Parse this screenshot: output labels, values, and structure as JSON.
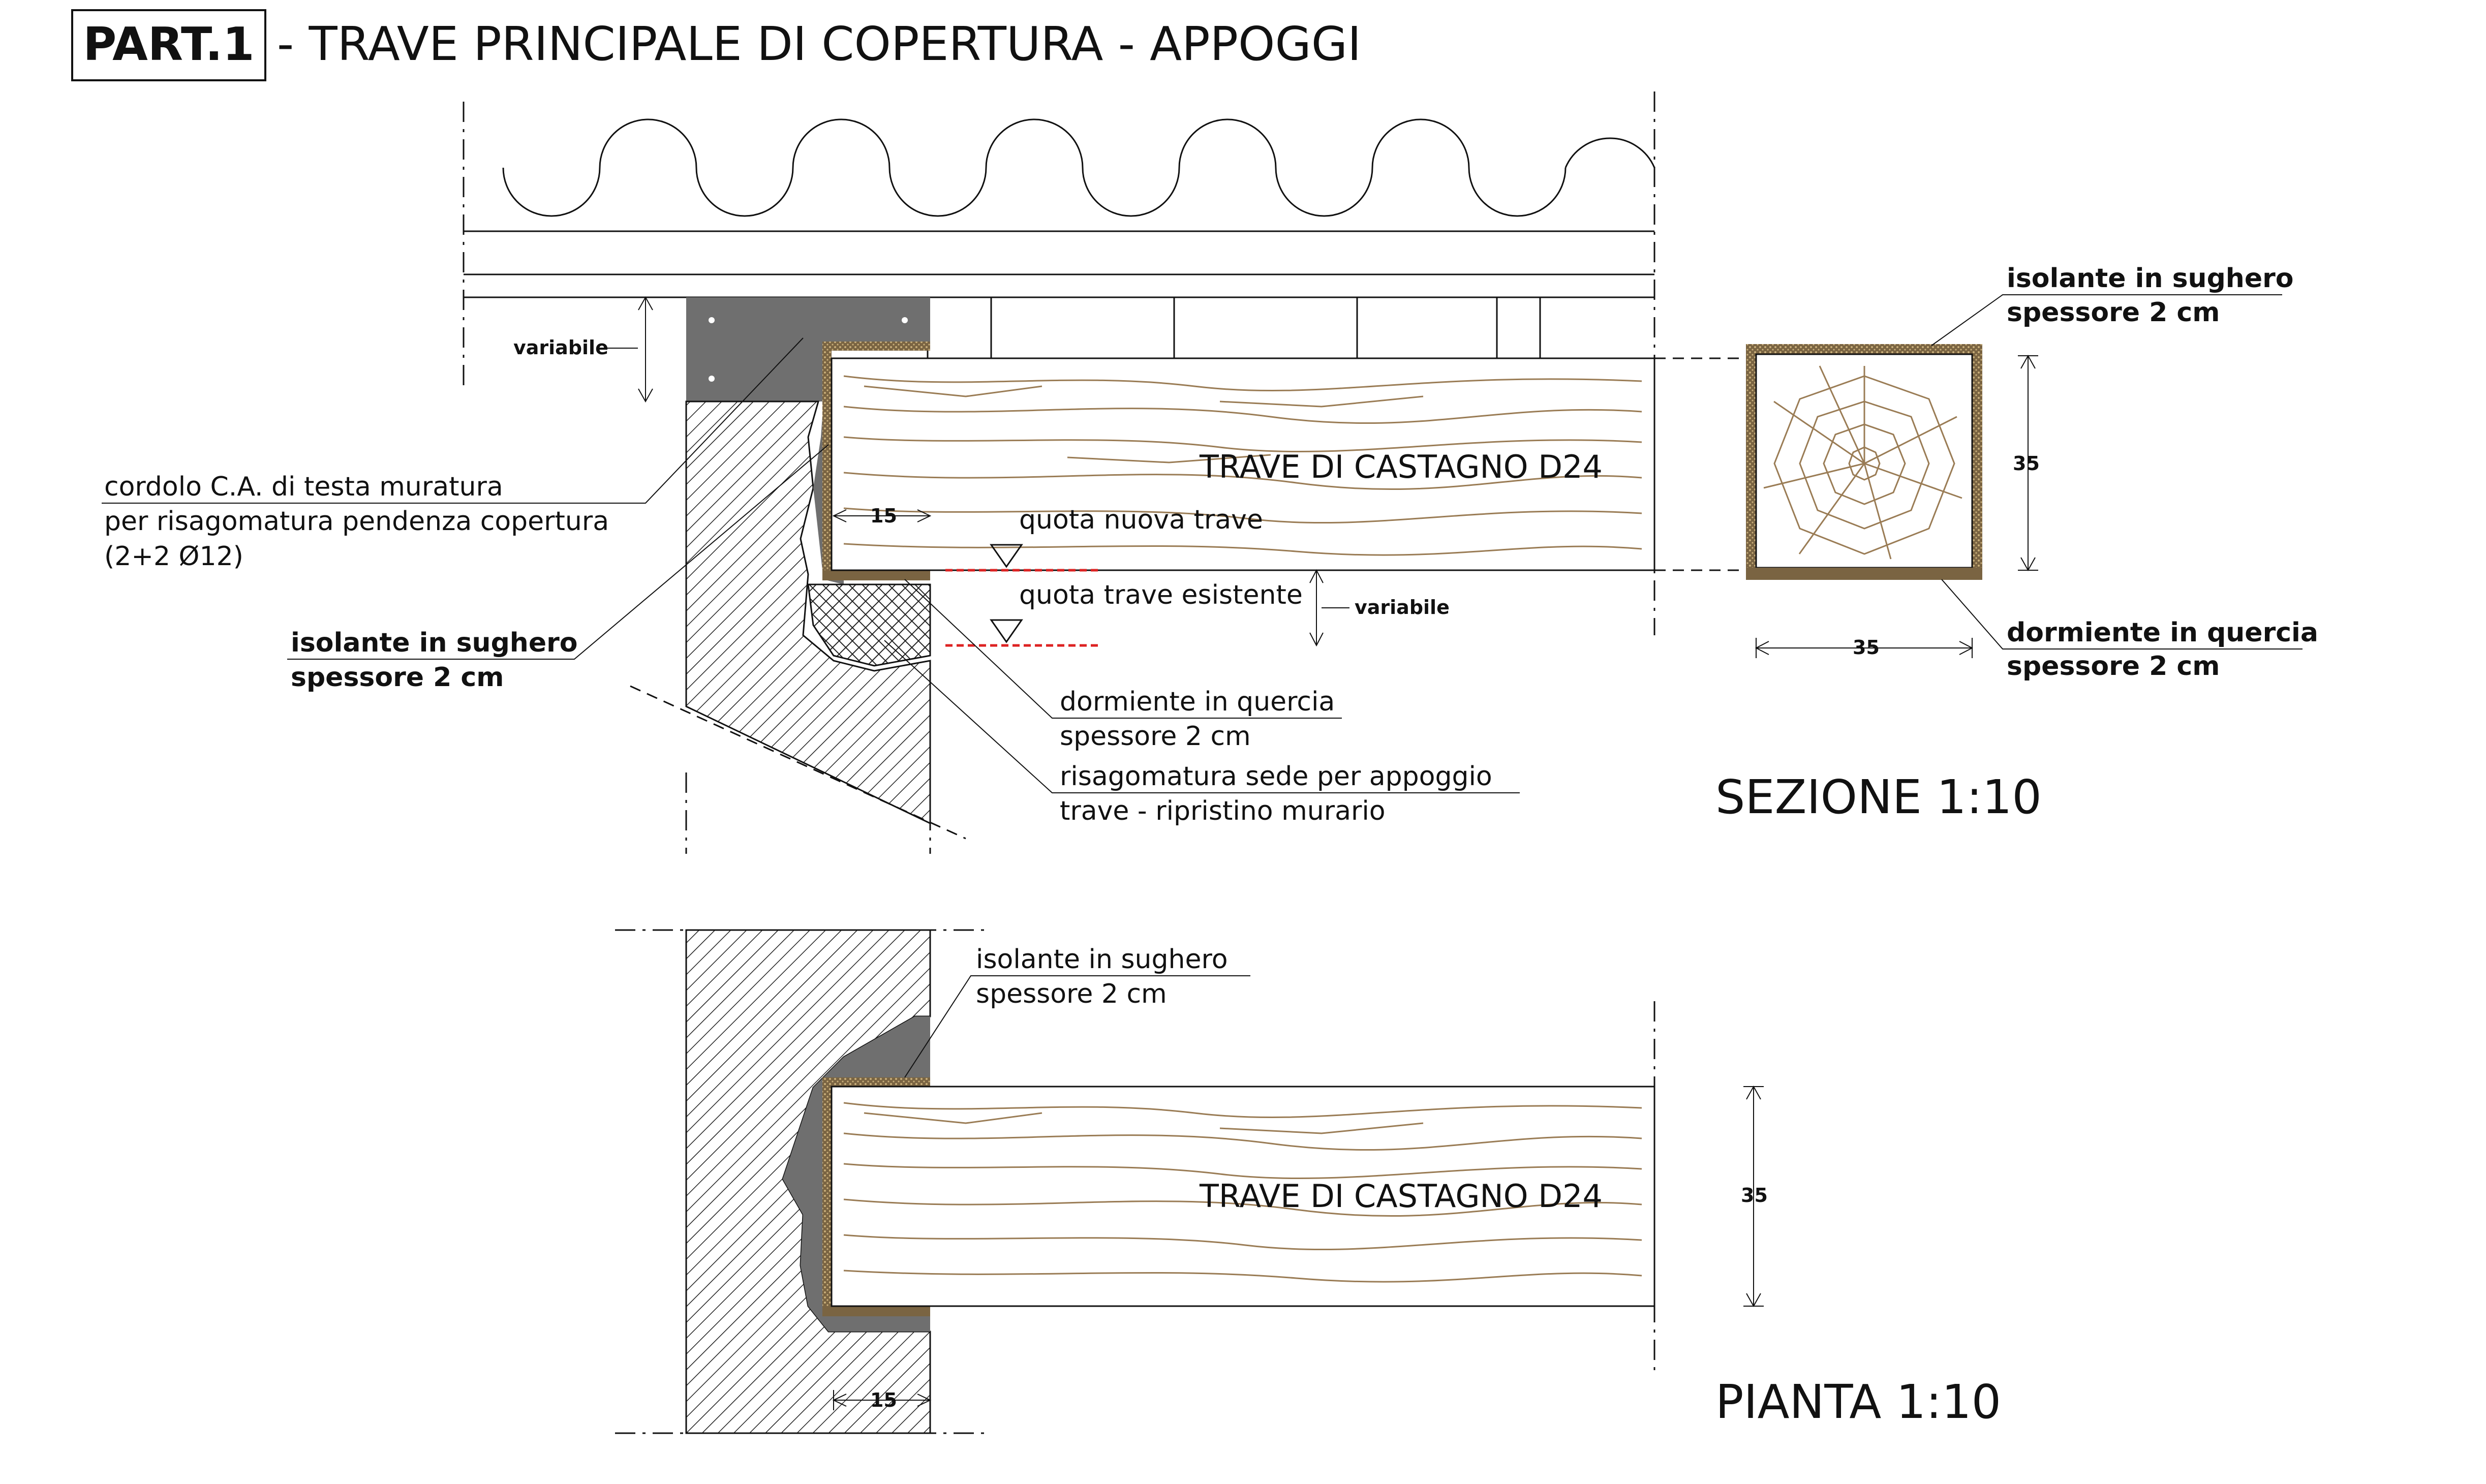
{
  "title": {
    "badge": "PART.1",
    "text": "- TRAVE PRINCIPALE DI COPERTURA - APPOGGI"
  },
  "section": {
    "view_label": "SEZIONE 1:10",
    "beam_label": "TRAVE DI CASTAGNO D24",
    "dim_variabile_top": "variabile",
    "dim_variabile_right": "variabile",
    "dim_15": "15",
    "quota_nuova": "quota nuova trave",
    "quota_esistente": "quota trave esistente",
    "cordolo": [
      "cordolo C.A. di testa muratura",
      "per risagomatura pendenza copertura",
      "(2+2 Ø12)"
    ],
    "isolante": [
      "isolante in sughero",
      "spessore 2 cm"
    ],
    "dormiente": [
      "dormiente in quercia",
      "spessore 2 cm"
    ],
    "risagomatura": [
      "risagomatura sede per appoggio",
      "trave  - ripristino murario"
    ]
  },
  "cross_section": {
    "isolante": [
      "isolante in sughero",
      "spessore 2 cm"
    ],
    "dormiente": [
      "dormiente in quercia",
      "spessore 2 cm"
    ],
    "dim_height": "35",
    "dim_width": "35"
  },
  "plan": {
    "view_label": "PIANTA 1:10",
    "beam_label": "TRAVE DI CASTAGNO D24",
    "isolante": [
      "isolante in sughero",
      "spessore 2 cm"
    ],
    "dim_height": "35",
    "dim_15": "15"
  },
  "colors": {
    "cork": "#7a6442",
    "concrete": "#6f6f6f",
    "wood_grain": "#9a7c55",
    "level_line": "#dd2222"
  }
}
